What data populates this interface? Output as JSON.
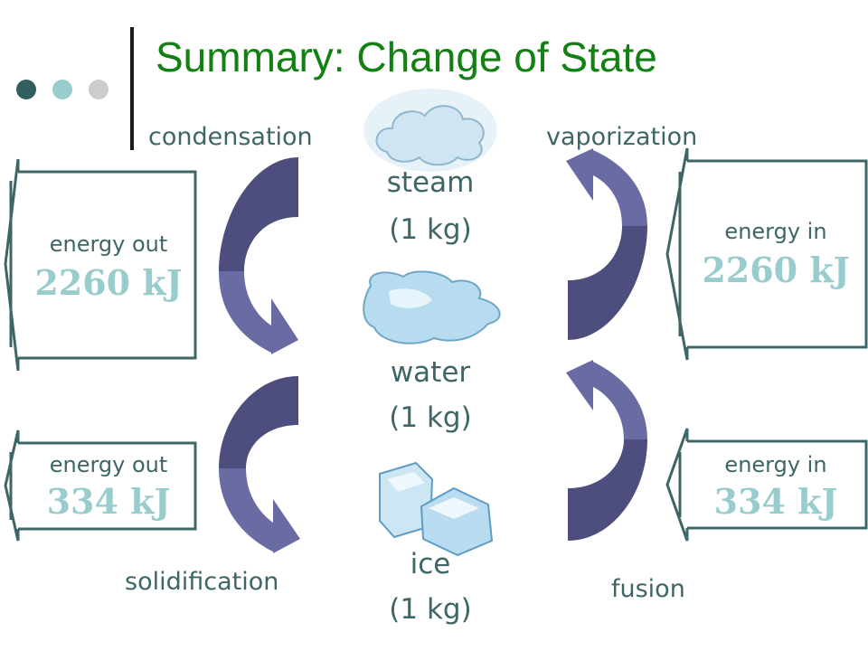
{
  "title": "Summary: Change of State",
  "processes": {
    "condensation": "condensation",
    "vaporization": "vaporization",
    "solidification": "solidification",
    "fusion": "fusion"
  },
  "states": {
    "steam": {
      "name": "steam",
      "mass": "(1 kg)"
    },
    "water": {
      "name": "water",
      "mass": "(1 kg)"
    },
    "ice": {
      "name": "ice",
      "mass": "(1 kg)"
    }
  },
  "energy": {
    "condensation": {
      "label": "energy out",
      "value": "2260 kJ"
    },
    "vaporization": {
      "label": "energy in",
      "value": "2260 kJ"
    },
    "solidification": {
      "label": "energy out",
      "value": "334 kJ"
    },
    "fusion": {
      "label": "energy in",
      "value": "334 kJ"
    }
  },
  "colors": {
    "title": "#128012",
    "text": "#3e6666",
    "energy_value": "#99cccc",
    "box_border": "#3e6666",
    "arrow_light": "#6b6ba3",
    "arrow_dark": "#4e4e7e",
    "dots": [
      "#2f5f5f",
      "#99cccc",
      "#cccccc"
    ]
  },
  "icons": [
    "cloud-icon",
    "water-puddle-icon",
    "ice-cubes-icon"
  ]
}
